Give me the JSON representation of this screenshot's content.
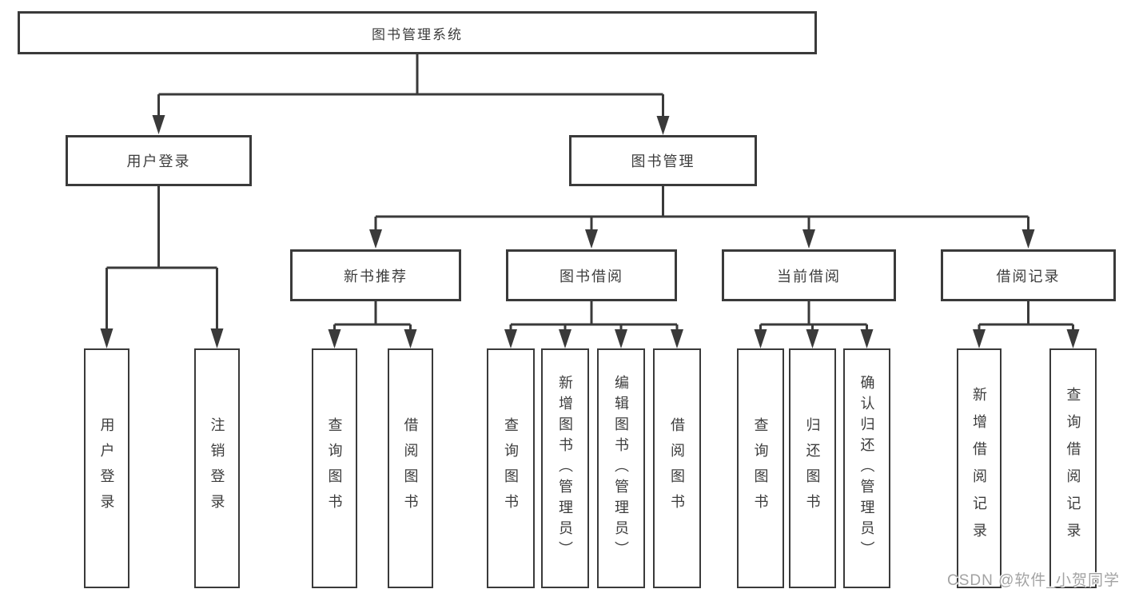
{
  "diagram": {
    "root": "图书管理系统",
    "user_login": {
      "label": "用户登录",
      "children": [
        "用户登录",
        "注销登录"
      ]
    },
    "book_management": {
      "label": "图书管理",
      "sections": {
        "new_books": {
          "label": "新书推荐",
          "children": [
            "查询图书",
            "借阅图书"
          ]
        },
        "book_borrowing": {
          "label": "图书借阅",
          "children": [
            "查询图书",
            "新增图书（管理员）",
            "编辑图书（管理员）",
            "借阅图书"
          ]
        },
        "current_borrowing": {
          "label": "当前借阅",
          "children": [
            "查询图书",
            "归还图书",
            "确认归还（管理员）"
          ]
        },
        "borrowing_records": {
          "label": "借阅记录",
          "children": [
            "新增借阅记录",
            "查询借阅记录"
          ]
        }
      }
    }
  },
  "watermark": "CSDN @软件_小贺同学",
  "colors": {
    "line": "#3a3a3a",
    "text": "#3d3d3d",
    "background": "#ffffff",
    "watermark_text": "#a3a3a3"
  }
}
